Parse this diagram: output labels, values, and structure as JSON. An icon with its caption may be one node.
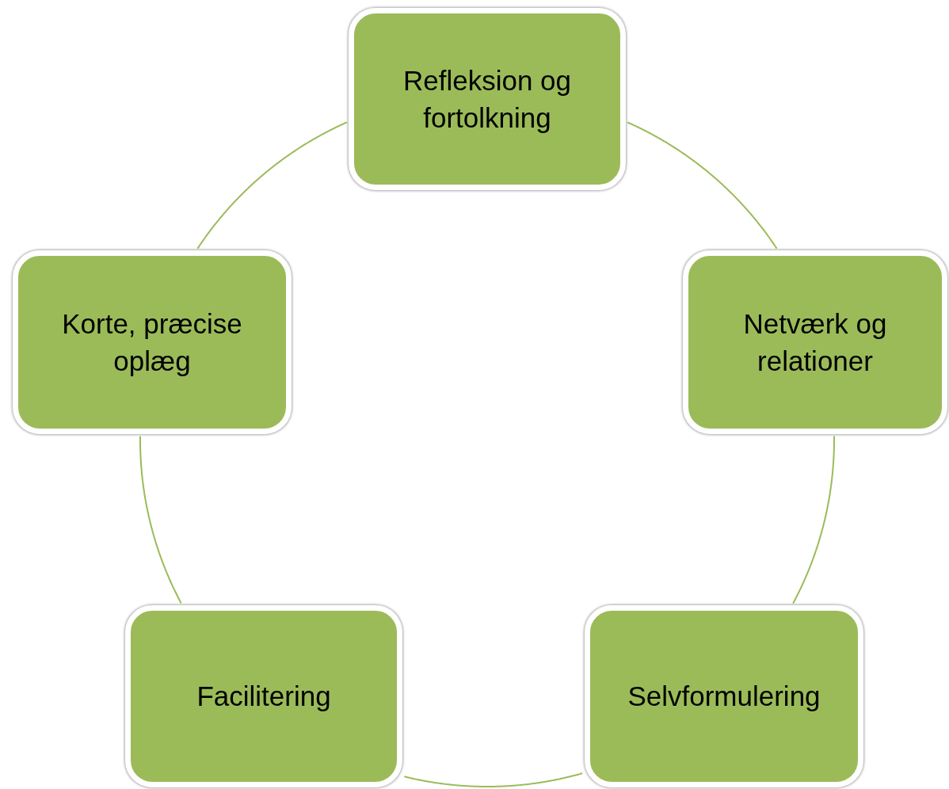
{
  "diagram": {
    "nodes": [
      {
        "text": [
          "Refleksion og fortolkning"
        ]
      },
      {
        "text": [
          "Netværk og relationer"
        ]
      },
      {
        "text": [
          "Selvformulering"
        ]
      },
      {
        "text": [
          "Facilitering"
        ]
      },
      {
        "text": [
          "Korte, præcise oplæg"
        ]
      }
    ],
    "edges": [
      {
        "from": 0,
        "to": 1,
        "arrow": "none"
      },
      {
        "from": 1,
        "to": 2,
        "arrow": "none"
      },
      {
        "from": 2,
        "to": 3,
        "arrow": "none"
      },
      {
        "from": 3,
        "to": 4,
        "arrow": "none"
      },
      {
        "from": 4,
        "to": 0,
        "arrow": "none"
      }
    ]
  }
}
